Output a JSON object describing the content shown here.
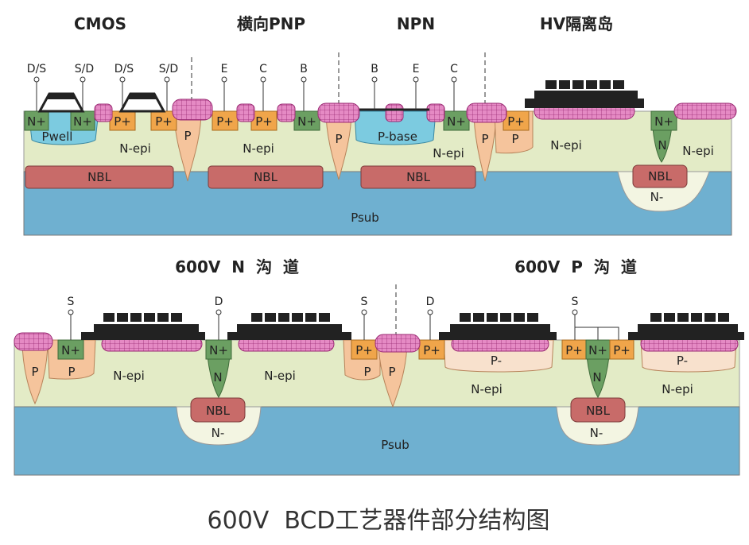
{
  "top_headers": {
    "cmos": "CMOS",
    "lateral_pnp": "横向PNP",
    "npn": "NPN",
    "hv_island": "HV隔离岛"
  },
  "bottom_headers": {
    "n_channel": "600V  N  沟  道",
    "p_channel": "600V  P  沟  道"
  },
  "caption": "600V  BCD工艺器件部分结构图",
  "regions": {
    "n_epi": "N-epi",
    "nbl": "NBL",
    "psub": "Psub",
    "pwell": "Pwell",
    "p_base": "P-base",
    "p": "P",
    "n": "N",
    "n_minus": "N-",
    "p_minus": "P-",
    "n_plus": "N+",
    "p_plus": "P+"
  },
  "terminals": {
    "ds": "D/S",
    "sd": "S/D",
    "e": "E",
    "c": "C",
    "b": "B",
    "s": "S",
    "d": "D"
  },
  "colors": {
    "epi": "#e3ebc6",
    "substrate": "#6fb0d0",
    "nbl": "#c86b69",
    "p_diffusion": "#f5c49c",
    "n_plus": "#6b9f62",
    "p_plus": "#f0a54a",
    "pwell": "#7ccbe0",
    "n_minus": "#f3f5e2",
    "p_minus": "#f8e1cd",
    "poly": "#e06ab5",
    "metal": "#222222"
  }
}
